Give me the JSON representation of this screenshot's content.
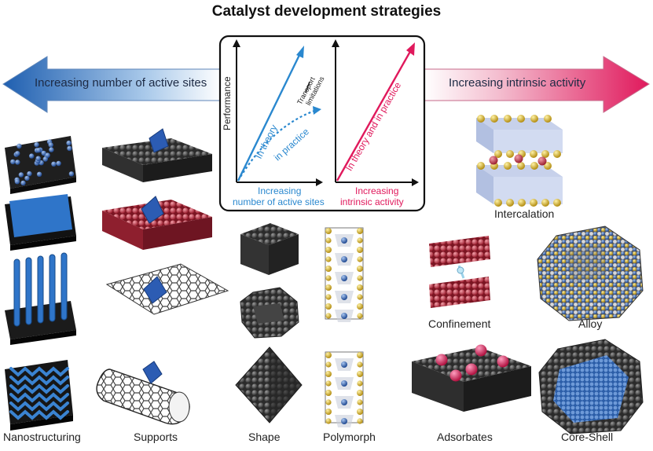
{
  "title": "Catalyst development strategies",
  "arrows": {
    "left_text": "Increasing number of active sites",
    "right_text": "Increasing intrinsic activity",
    "left_color": "#1f5fb0",
    "right_color": "#e0195c"
  },
  "inset": {
    "y_axis_label": "Performance",
    "left_plot": {
      "theory_label": "In theory",
      "practice_label": "in practice",
      "transport_label_1": "Transport",
      "transport_label_2": "limitations",
      "x_label_1": "Increasing",
      "x_label_2": "number of active sites",
      "color": "#2a88cf"
    },
    "right_plot": {
      "line_label": "In theory and in practice",
      "x_label_1": "Increasing",
      "x_label_2": "intrinsic activity",
      "color": "#e0195c"
    }
  },
  "categories": {
    "nanostructuring": "Nanostructuring",
    "supports": "Supports",
    "shape": "Shape",
    "polymorph": "Polymorph",
    "adsorbates": "Adsorbates",
    "core_shell": "Core-Shell",
    "intercalation": "Intercalation",
    "confinement": "Confinement",
    "alloy": "Alloy"
  },
  "colors": {
    "atom_dark": "#3a3a3a",
    "atom_blue": "#2f63b5",
    "atom_red": "#c8374a",
    "atom_yellow": "#d8b62a"
  }
}
